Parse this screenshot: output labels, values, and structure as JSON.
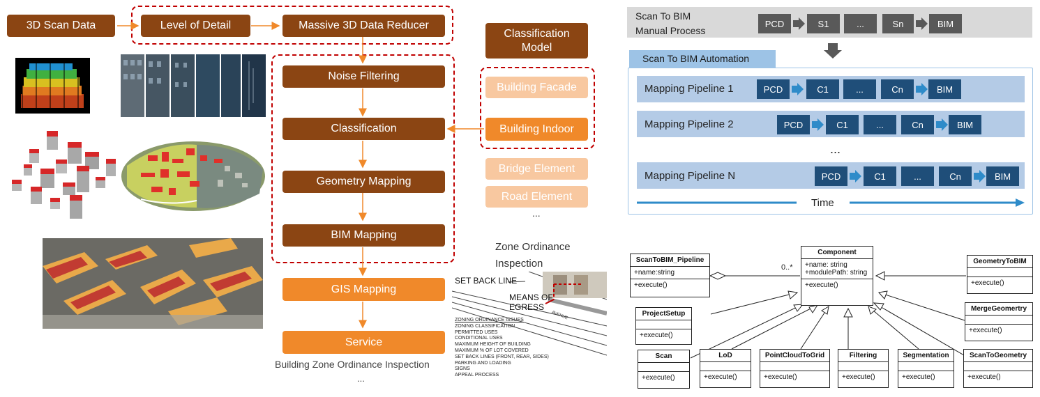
{
  "pipeline": {
    "scan_data": "3D Scan Data",
    "level_of_detail": "Level of Detail",
    "reducer": "Massive 3D Data Reducer",
    "noise_filtering": "Noise Filtering",
    "classification": "Classification",
    "geometry_mapping": "Geometry Mapping",
    "bim_mapping": "BIM Mapping",
    "gis_mapping": "GIS Mapping",
    "service": "Service",
    "caption": "Building Zone Ordinance Inspection",
    "caption_ellipsis": "..."
  },
  "classification_model": {
    "title": "Classification Model",
    "items": [
      "Building Facade",
      "Building Indoor",
      "Bridge Element",
      "Road Element"
    ],
    "ellipsis": "..."
  },
  "zone_inspection": {
    "title_line1": "Zone Ordinance",
    "title_line2": "Inspection",
    "set_back_line": "SET BACK LINE",
    "means_of": "MEANS OF",
    "egress": "EGRESS",
    "avenue": "AVENUE",
    "issues": [
      "ZONING ORDINANCE ISSUES",
      "ZONING CLASSIFICATION",
      "PERMITTED USES",
      "CONDITIONAL USES",
      "MAXIMUM HEIGHT OF BUILDING",
      "MAXIMUM % OF LOT COVERED",
      "SET BACK LINES (FRONT, REAR, SIDES)",
      "PARKING AND LOADING",
      "SIGNS",
      "APPEAL PROCESS"
    ]
  },
  "manual": {
    "title_line1": "Scan To BIM",
    "title_line2": "Manual Process",
    "steps": [
      "PCD",
      "S1",
      "...",
      "Sn",
      "BIM"
    ]
  },
  "automation": {
    "tab": "Scan To BIM Automation",
    "pipelines": [
      {
        "name": "Mapping Pipeline 1",
        "steps": [
          "PCD",
          "C1",
          "...",
          "Cn",
          "BIM"
        ]
      },
      {
        "name": "Mapping Pipeline 2",
        "steps": [
          "PCD",
          "C1",
          "...",
          "Cn",
          "BIM"
        ]
      },
      {
        "name": "Mapping Pipeline N",
        "steps": [
          "PCD",
          "C1",
          "...",
          "Cn",
          "BIM"
        ]
      }
    ],
    "ellipsis": "...",
    "time": "Time"
  },
  "uml": {
    "multiplicity": "0..*",
    "component": {
      "name": "Component",
      "attrs": [
        "+name: string",
        "+modulePath: string"
      ],
      "ops": [
        "+execute()"
      ]
    },
    "pipeline": {
      "name": "ScanToBIM_Pipeline",
      "attrs": [
        "+name:string"
      ],
      "ops": [
        "+execute()"
      ]
    },
    "project_setup": {
      "name": "ProjectSetup",
      "ops": [
        "+execute()"
      ]
    },
    "scan": {
      "name": "Scan",
      "ops": [
        "+execute()"
      ]
    },
    "lod": {
      "name": "LoD",
      "ops": [
        "+execute()"
      ]
    },
    "pointcloud": {
      "name": "PointCloudToGrid",
      "ops": [
        "+execute()"
      ]
    },
    "filtering": {
      "name": "Filtering",
      "ops": [
        "+execute()"
      ]
    },
    "segmentation": {
      "name": "Segmentation",
      "ops": [
        "+execute()"
      ]
    },
    "scan_to_geometry": {
      "name": "ScanToGeometry",
      "ops": [
        "+execute()"
      ]
    },
    "merge_geometry": {
      "name": "MergeGeomertry",
      "ops": [
        "+execute()"
      ]
    },
    "geometry_to_bim": {
      "name": "GeometryToBIM",
      "ops": [
        "+execute()"
      ]
    }
  },
  "colors": {
    "brown": "#8B4513",
    "orange": "#F0892A",
    "light_orange": "#F8C8A0",
    "dashed_red": "#C00000",
    "navy": "#1F4E79",
    "gray": "#595959",
    "band_blue": "#B4CBE6",
    "arrow_blue": "#2E8BC9"
  }
}
